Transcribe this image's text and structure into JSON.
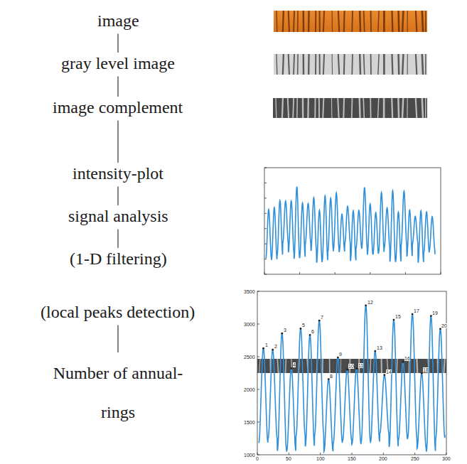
{
  "diagram": {
    "nodes": [
      {
        "text": [
          "image"
        ]
      },
      {
        "text": [
          "gray level image"
        ]
      },
      {
        "text": [
          "image complement"
        ]
      },
      {
        "text": [
          "intensity-plot"
        ]
      },
      {
        "text": [
          "signal analysis"
        ]
      },
      {
        "text": [
          "(1-D filtering)"
        ]
      },
      {
        "text": [
          "(local peaks detection)"
        ]
      },
      {
        "text": [
          "Number of annual- rings"
        ]
      }
    ],
    "edges": [
      {
        "from": 0,
        "to": 1,
        "arrow": "none"
      },
      {
        "from": 1,
        "to": 2,
        "arrow": "none"
      },
      {
        "from": 2,
        "to": 3,
        "arrow": "none"
      },
      {
        "from": 3,
        "to": 4,
        "arrow": "none"
      },
      {
        "from": 4,
        "to": 5,
        "arrow": "none"
      },
      {
        "from": 6,
        "to": 7,
        "arrow": "none"
      }
    ],
    "labels": [
      "3500",
      "3000",
      "2500",
      "2000",
      "1500",
      "1000",
      "0",
      "50",
      "100",
      "150",
      "200",
      "250",
      "300",
      "1",
      "2",
      "3",
      "4",
      "5",
      "6",
      "7",
      "8",
      "9",
      "10",
      "11",
      "12",
      "13",
      "14",
      "15",
      "16",
      "17",
      "18",
      "19",
      "20"
    ]
  }
}
